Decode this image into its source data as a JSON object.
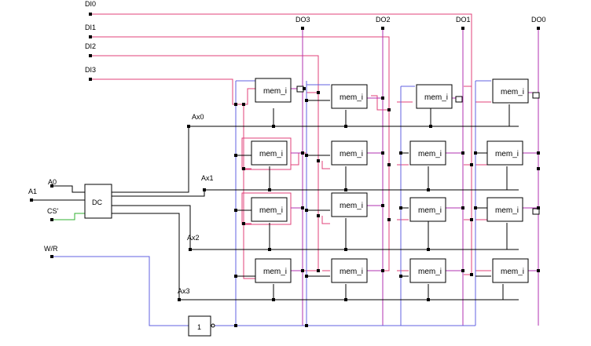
{
  "inputs": {
    "di0": "DI0",
    "di1": "DI1",
    "di2": "DI2",
    "di3": "DI3",
    "a0": "A0",
    "a1": "A1",
    "cs": "CS'",
    "wr": "W/R"
  },
  "outputs": {
    "do3": "DO3",
    "do2": "DO2",
    "do1": "DO1",
    "do0": "DO0"
  },
  "address_lines": {
    "ax0": "Ax0",
    "ax1": "Ax1",
    "ax2": "Ax2",
    "ax3": "Ax3"
  },
  "decoder": {
    "label": "DC"
  },
  "buffer": {
    "label": "1"
  },
  "cells": {
    "r0c0": "mem_i",
    "r0c1": "mem_i",
    "r0c2": "mem_i",
    "r0c3": "mem_i",
    "r1c0": "mem_i",
    "r1c1": "mem_i",
    "r1c2": "mem_i",
    "r1c3": "mem_i",
    "r2c0": "mem_i",
    "r2c1": "mem_i",
    "r2c2": "mem_i",
    "r2c3": "mem_i",
    "r3c0": "mem_i",
    "r3c1": "mem_i",
    "r3c2": "mem_i",
    "r3c3": "mem_i"
  },
  "colors": {
    "data_in": "#e0407a",
    "data_out": "#b030b0",
    "write": "#6060e0",
    "chip_select": "#30b030",
    "wire": "#000000"
  }
}
